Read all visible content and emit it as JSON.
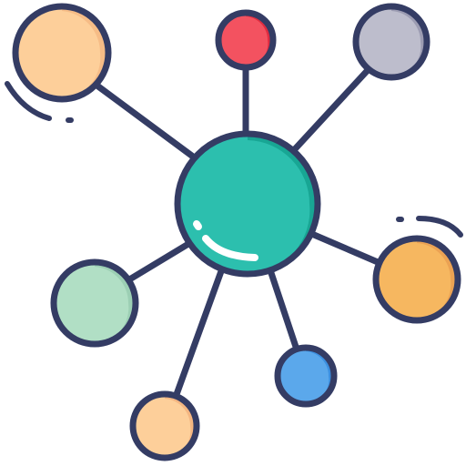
{
  "icon": {
    "name": "network-hub-icon",
    "colors": {
      "outline": "#343c64",
      "hub": "#2cbfae",
      "hub_shade": "#18a694",
      "highlight": "#ffffff",
      "peach": "#fdcf9a",
      "peach_shade": "#f4b681",
      "red": "#f35260",
      "red_shade": "#e02c40",
      "gray": "#bdbdcc",
      "gray_shade": "#9c9cb2",
      "orange": "#f6b760",
      "orange_shade": "#eba253",
      "mint": "#b1dfc5",
      "mint_shade": "#9ccfb4",
      "blue": "#5ba8eb",
      "blue_shade": "#3b8fe0"
    },
    "nodes": [
      {
        "id": "hub",
        "label": "center-hub"
      },
      {
        "id": "top-left",
        "label": "peach-node"
      },
      {
        "id": "top",
        "label": "red-node"
      },
      {
        "id": "top-right",
        "label": "gray-node"
      },
      {
        "id": "right",
        "label": "orange-node"
      },
      {
        "id": "bottom-right",
        "label": "blue-node"
      },
      {
        "id": "bottom",
        "label": "peach-small-node"
      },
      {
        "id": "left",
        "label": "mint-node"
      }
    ]
  }
}
